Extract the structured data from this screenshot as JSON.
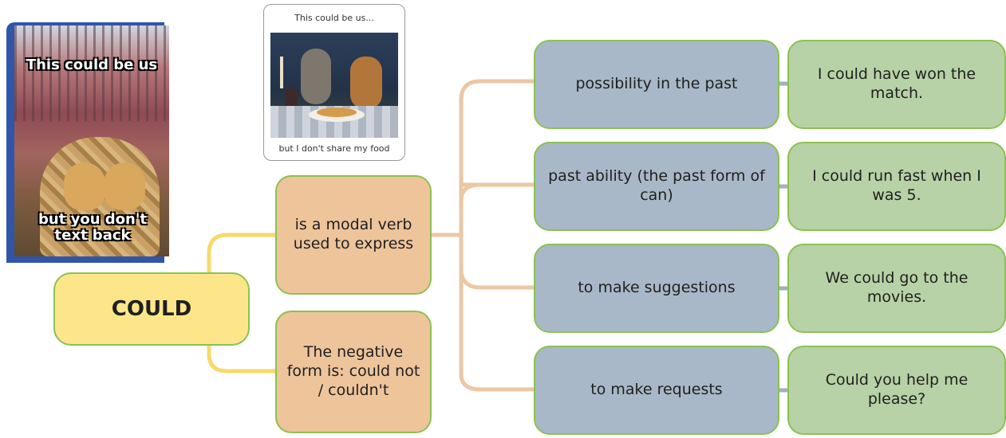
{
  "root": {
    "label": "COULD"
  },
  "level1": [
    {
      "label": "is a modal verb used to express"
    },
    {
      "label": "The negative form is: could not / couldn't"
    }
  ],
  "uses": [
    {
      "label": "possibility in the past",
      "example": "I could have won the match."
    },
    {
      "label": "past ability (the past form of can)",
      "example": "I could run fast when I was 5."
    },
    {
      "label": "to make suggestions",
      "example": "We could go to the movies."
    },
    {
      "label": "to make requests",
      "example": "Could you help me please?"
    }
  ],
  "meme_left": {
    "top_text": "This could be us",
    "bottom_text": "but you don't text back"
  },
  "meme_right": {
    "top_text": "This could be us...",
    "bottom_text": "but I don't share my food"
  },
  "colors": {
    "root_fill": "#fde68a",
    "level1_fill": "#eec49b",
    "use_fill": "#a8b8c8",
    "example_fill": "#b7d2a6",
    "border": "#8cc152",
    "root_connector": "#f7d96a",
    "level1_connector": "#ecc7a4",
    "example_connector": "#9fb1bf"
  }
}
